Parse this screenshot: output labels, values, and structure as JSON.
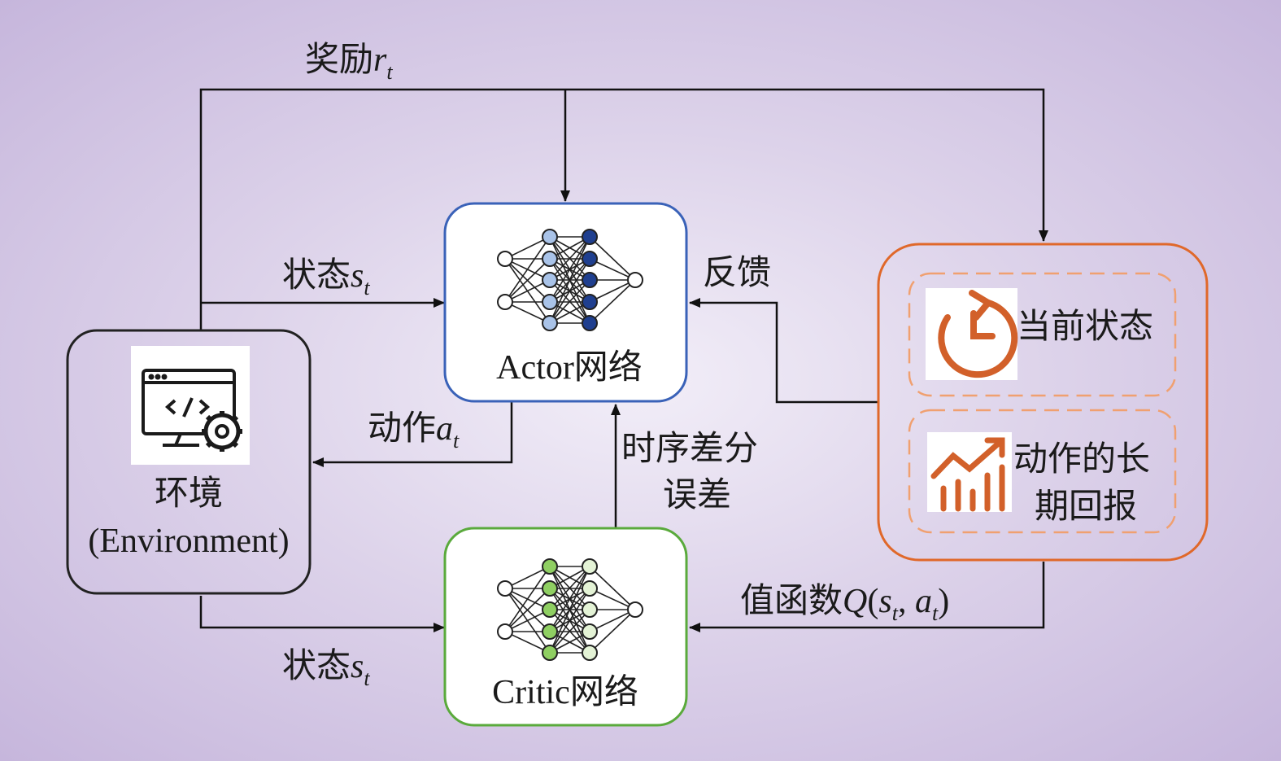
{
  "env": {
    "label_cn": "环境",
    "label_en": "(Environment)"
  },
  "actor": {
    "label": "Actor网络",
    "hidden1_color": "#a9c3e8",
    "hidden2_color": "#1f3f8f"
  },
  "critic": {
    "label": "Critic网络",
    "hidden1_color": "#8fcf62",
    "hidden2_color": "#e4f3d6"
  },
  "right": {
    "current_state": "当前状态",
    "long_term_1": "动作的长",
    "long_term_2": "期回报"
  },
  "labels": {
    "reward": "奖励",
    "reward_sym": "r",
    "state": "状态",
    "state_sym": "s",
    "action": "动作",
    "action_sym": "a",
    "t": "t",
    "feedback": "反馈",
    "td_error_1": "时序差分",
    "td_error_2": "误差",
    "value_fn": "值函数",
    "q_sym": "Q",
    "paren_open": "(",
    "comma": ", ",
    "paren_close": ")"
  },
  "colors": {
    "actor_border": "#3a62b8",
    "critic_border": "#5aaa3c",
    "return_border": "#e0682a"
  }
}
